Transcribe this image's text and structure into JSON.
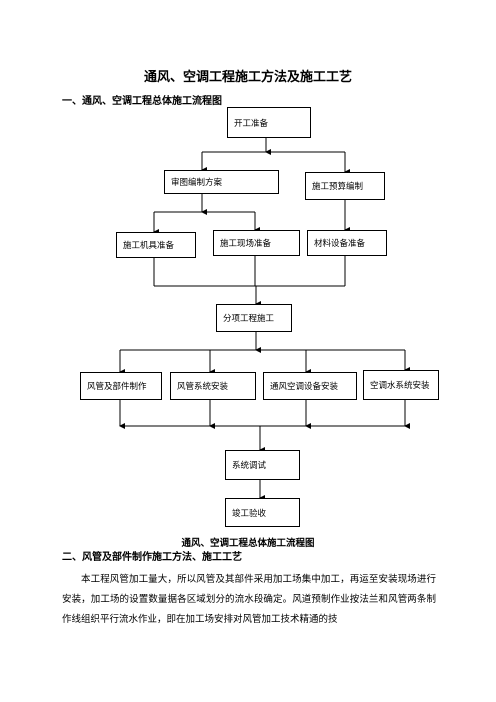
{
  "document": {
    "title": "通风、空调工程施工方法及施工工艺",
    "section1_heading": "一、通风、空调工程总体施工流程图",
    "flowchart": {
      "start": "开工准备",
      "review": "审图编制方案",
      "budget": "施工预算编制",
      "machinery": "施工机具准备",
      "site": "施工现场准备",
      "materials": "材料设备准备",
      "subitem": "分项工程施工",
      "duct_fab": "风管及部件制作",
      "duct_install": "风管系统安装",
      "equip_install": "通风空调设备安装",
      "water_install": "空调水系统安装",
      "commissioning": "系统调试",
      "acceptance": "竣工验收"
    },
    "caption": "通风、空调工程总体施工流程图",
    "section2_heading": "二、风管及部件制作施工方法、施工工艺",
    "paragraph": "本工程风管加工量大，所以风管及其部件采用加工场集中加工，再运至安装现场进行安装，加工场的设置数量据各区域划分的流水段确定。风道预制作业按法兰和风管两条制作线组织平行流水作业，即在加工场安排对风管加工技术精通的技"
  }
}
